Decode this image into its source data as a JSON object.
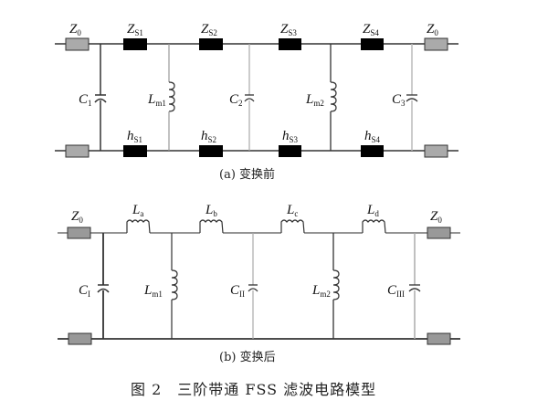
{
  "diagram": {
    "figure_caption": "图 2　三阶带通 FSS 滤波电路模型",
    "circuit_a": {
      "caption": "(a) 变换前",
      "port_left": {
        "name": "Z",
        "sub": "0"
      },
      "port_right": {
        "name": "Z",
        "sub": "0"
      },
      "top_series": [
        {
          "name": "Z",
          "sub": "S1"
        },
        {
          "name": "Z",
          "sub": "S2"
        },
        {
          "name": "Z",
          "sub": "S3"
        },
        {
          "name": "Z",
          "sub": "S4"
        }
      ],
      "bottom_series": [
        {
          "name": "h",
          "sub": "S1"
        },
        {
          "name": "h",
          "sub": "S2"
        },
        {
          "name": "h",
          "sub": "S3"
        },
        {
          "name": "h",
          "sub": "S4"
        }
      ],
      "shunts": [
        {
          "type": "capacitor",
          "name": "C",
          "sub": "1"
        },
        {
          "type": "inductor",
          "name": "L",
          "sub": "m1"
        },
        {
          "type": "capacitor",
          "name": "C",
          "sub": "2"
        },
        {
          "type": "inductor",
          "name": "L",
          "sub": "m2"
        },
        {
          "type": "capacitor",
          "name": "C",
          "sub": "3"
        }
      ]
    },
    "circuit_b": {
      "caption": "(b) 变换后",
      "port_left": {
        "name": "Z",
        "sub": "0"
      },
      "port_right": {
        "name": "Z",
        "sub": "0"
      },
      "top_series": [
        {
          "name": "L",
          "sub": "a"
        },
        {
          "name": "L",
          "sub": "b"
        },
        {
          "name": "L",
          "sub": "c"
        },
        {
          "name": "L",
          "sub": "d"
        }
      ],
      "shunts": [
        {
          "type": "capacitor",
          "name": "C",
          "sub": "I"
        },
        {
          "type": "inductor",
          "name": "L",
          "sub": "m1"
        },
        {
          "type": "capacitor",
          "name": "C",
          "sub": "II"
        },
        {
          "type": "inductor",
          "name": "L",
          "sub": "m2"
        },
        {
          "type": "capacitor",
          "name": "C",
          "sub": "III"
        }
      ]
    }
  }
}
